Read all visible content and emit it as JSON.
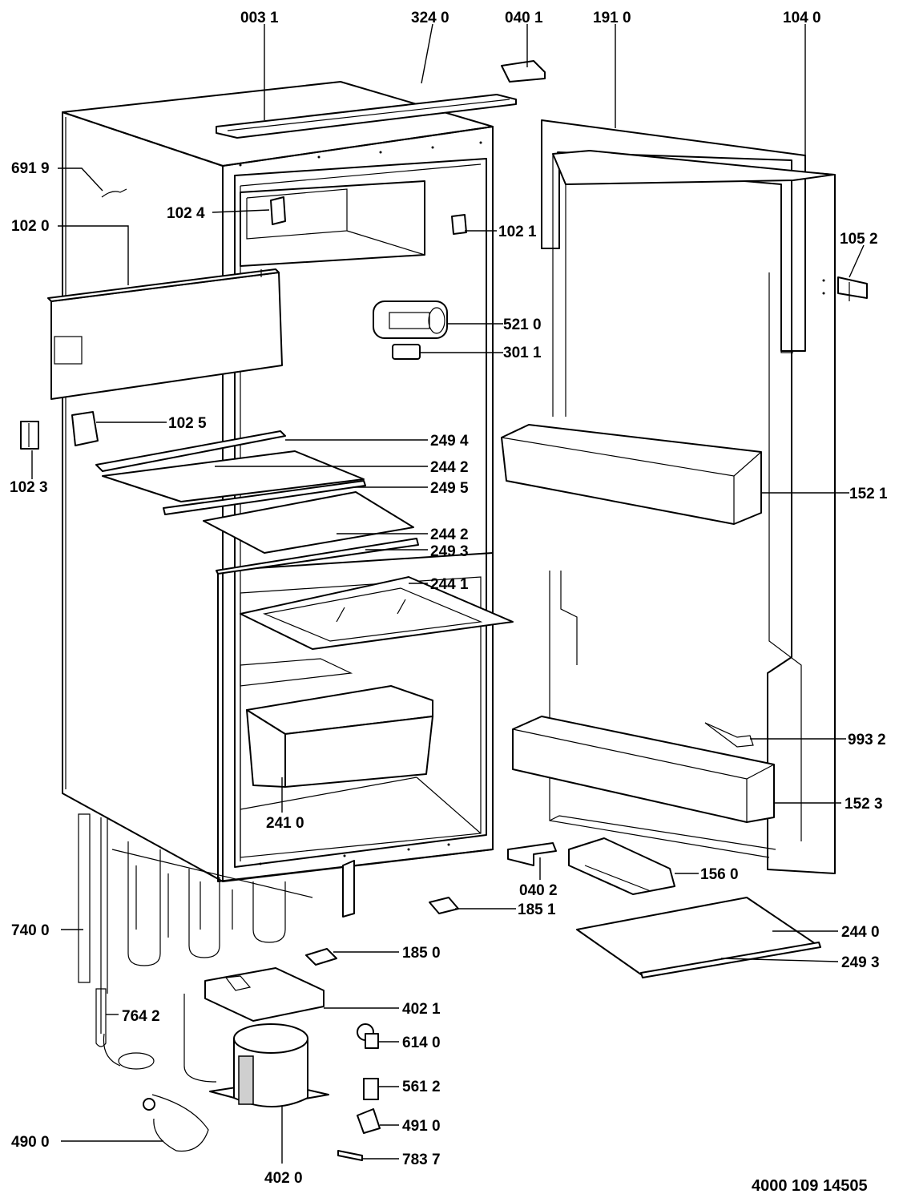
{
  "diagram": {
    "part_labels": {
      "p0031": "003 1",
      "p3240": "324 0",
      "p0401": "040 1",
      "p1910": "191 0",
      "p1040": "104 0",
      "p6919": "691 9",
      "p1024": "102 4",
      "p1020": "102 0",
      "p1021": "102 1",
      "p1052": "105 2",
      "p5210": "521 0",
      "p3011": "301 1",
      "p1025": "102 5",
      "p2494": "249 4",
      "p1023": "102 3",
      "p2442a": "244 2",
      "p2495": "249 5",
      "p1521": "152 1",
      "p2442b": "244 2",
      "p2493a": "249 3",
      "p2441": "244 1",
      "p9932": "993 2",
      "p2410": "241 0",
      "p1523": "152 3",
      "p0402": "040 2",
      "p1560": "156 0",
      "p1851": "185 1",
      "p7400": "740 0",
      "p2440": "244 0",
      "p1850": "185 0",
      "p2493b": "249 3",
      "p4021": "402 1",
      "p7642": "764 2",
      "p6140": "614 0",
      "p5612": "561 2",
      "p4910": "491 0",
      "p4900": "490 0",
      "p7837": "783 7",
      "p4020": "402 0"
    },
    "footer_code": "4000 109 14505"
  }
}
